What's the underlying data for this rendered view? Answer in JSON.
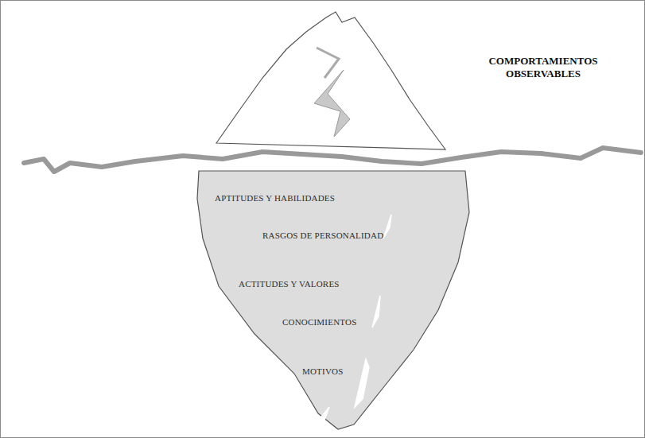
{
  "diagram": {
    "nodes": [
      {
        "text": [
          "APTITUDES Y HABILIDADES",
          "RASGOS DE PERSONALIDAD",
          "ACTITUDES Y VALORES",
          "CONOCIMIENTOS",
          "MOTIVOS"
        ]
      }
    ],
    "labels": [
      "COMPORTAMIENTOS OBSERVABLES"
    ]
  }
}
